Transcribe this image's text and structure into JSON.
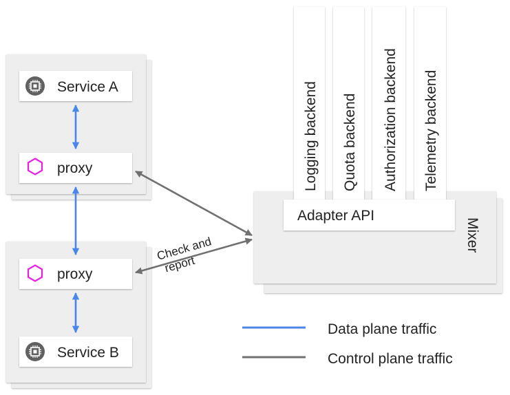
{
  "pods": {
    "top": {
      "service_label": "Service A",
      "proxy_label": "proxy"
    },
    "bottom": {
      "service_label": "Service B",
      "proxy_label": "proxy"
    }
  },
  "mixer": {
    "label": "Mixer",
    "adapter_api_label": "Adapter API",
    "backends": [
      "Logging backend",
      "Quota backend",
      "Authorization backend",
      "Telemetry backend"
    ]
  },
  "check_report_label": [
    "Check and",
    "report"
  ],
  "legend": {
    "items": [
      {
        "label": "Data plane traffic",
        "color": "#4a86e8"
      },
      {
        "label": "Control plane traffic",
        "color": "#707070"
      }
    ]
  },
  "colors": {
    "data_plane": "#4a86e8",
    "control_plane": "#707070",
    "proxy_icon": "#e91ee3",
    "chip_icon": "#616161",
    "panel": "#eeeeee"
  }
}
